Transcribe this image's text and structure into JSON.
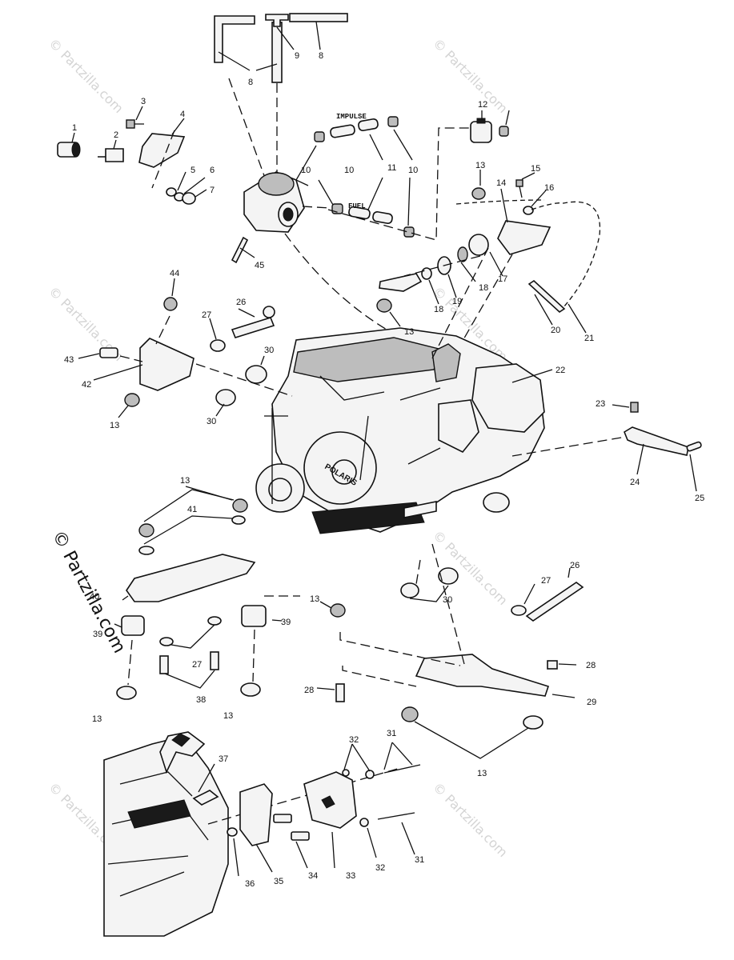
{
  "watermark": {
    "main": "© Partzilla.com",
    "faint": "© Partzilla.com"
  },
  "tags": {
    "impulse": "IMPULSE",
    "fuel": "FUEL"
  },
  "callouts": [
    {
      "id": "c8a",
      "text": "8"
    },
    {
      "id": "c8b",
      "text": "8"
    },
    {
      "id": "c9",
      "text": "9"
    },
    {
      "id": "c1",
      "text": "1"
    },
    {
      "id": "c2",
      "text": "2"
    },
    {
      "id": "c3",
      "text": "3"
    },
    {
      "id": "c4",
      "text": "4"
    },
    {
      "id": "c5",
      "text": "5"
    },
    {
      "id": "c6",
      "text": "6"
    },
    {
      "id": "c7",
      "text": "7"
    },
    {
      "id": "c10a",
      "text": "10"
    },
    {
      "id": "c10b",
      "text": "10"
    },
    {
      "id": "c10c",
      "text": "10"
    },
    {
      "id": "c11",
      "text": "11"
    },
    {
      "id": "c12",
      "text": "12"
    },
    {
      "id": "c13a",
      "text": "13"
    },
    {
      "id": "c14",
      "text": "14"
    },
    {
      "id": "c15",
      "text": "15"
    },
    {
      "id": "c16",
      "text": "16"
    },
    {
      "id": "c17",
      "text": "17"
    },
    {
      "id": "c18a",
      "text": "18"
    },
    {
      "id": "c18b",
      "text": "18"
    },
    {
      "id": "c19",
      "text": "19"
    },
    {
      "id": "c20",
      "text": "20"
    },
    {
      "id": "c21",
      "text": "21"
    },
    {
      "id": "c13b",
      "text": "13"
    },
    {
      "id": "c45",
      "text": "45"
    },
    {
      "id": "c44",
      "text": "44"
    },
    {
      "id": "c26a",
      "text": "26"
    },
    {
      "id": "c27a",
      "text": "27"
    },
    {
      "id": "c30a",
      "text": "30"
    },
    {
      "id": "c43",
      "text": "43"
    },
    {
      "id": "c42",
      "text": "42"
    },
    {
      "id": "c13c",
      "text": "13"
    },
    {
      "id": "c30b",
      "text": "30"
    },
    {
      "id": "c22",
      "text": "22"
    },
    {
      "id": "c23",
      "text": "23"
    },
    {
      "id": "c24",
      "text": "24"
    },
    {
      "id": "c25",
      "text": "25"
    },
    {
      "id": "c13d",
      "text": "13"
    },
    {
      "id": "c41",
      "text": "41"
    },
    {
      "id": "c40",
      "text": "40"
    },
    {
      "id": "c39a",
      "text": "39"
    },
    {
      "id": "c39b",
      "text": "39"
    },
    {
      "id": "c27b",
      "text": "27"
    },
    {
      "id": "c38",
      "text": "38"
    },
    {
      "id": "c13e",
      "text": "13"
    },
    {
      "id": "c13f",
      "text": "13"
    },
    {
      "id": "c13g",
      "text": "13"
    },
    {
      "id": "c30c",
      "text": "30"
    },
    {
      "id": "c27c",
      "text": "27"
    },
    {
      "id": "c26b",
      "text": "26"
    },
    {
      "id": "c28a",
      "text": "28"
    },
    {
      "id": "c28b",
      "text": "28"
    },
    {
      "id": "c29",
      "text": "29"
    },
    {
      "id": "c13h",
      "text": "13"
    },
    {
      "id": "c37",
      "text": "37"
    },
    {
      "id": "c32a",
      "text": "32"
    },
    {
      "id": "c31a",
      "text": "31"
    },
    {
      "id": "c31b",
      "text": "31"
    },
    {
      "id": "c32b",
      "text": "32"
    },
    {
      "id": "c33",
      "text": "33"
    },
    {
      "id": "c34",
      "text": "34"
    },
    {
      "id": "c35",
      "text": "35"
    },
    {
      "id": "c36",
      "text": "36"
    }
  ]
}
